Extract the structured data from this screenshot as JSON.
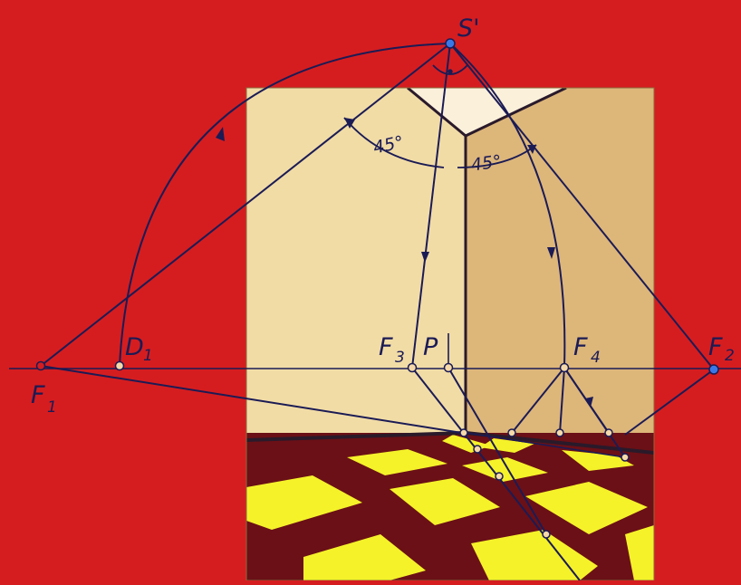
{
  "figure": {
    "labels": {
      "viewpoint": "S'",
      "vanishing_left": "F",
      "vanishing_left_sub": "1",
      "distance_point": "D",
      "distance_point_sub": "1",
      "vanishing_3": "F",
      "vanishing_3_sub": "3",
      "principal_point": "P",
      "vanishing_4": "F",
      "vanishing_4_sub": "4",
      "vanishing_right": "F",
      "vanishing_right_sub": "2"
    },
    "angles": {
      "left": "45°",
      "right": "45°"
    },
    "colors": {
      "background": "#d51d20",
      "left_wall": "#f1dca6",
      "right_wall": "#ddb67a",
      "ceiling": "#fbf0da",
      "floor_dark": "#6b1016",
      "floor_light": "#f5f22a",
      "construction_line": "#1b1b55"
    }
  }
}
